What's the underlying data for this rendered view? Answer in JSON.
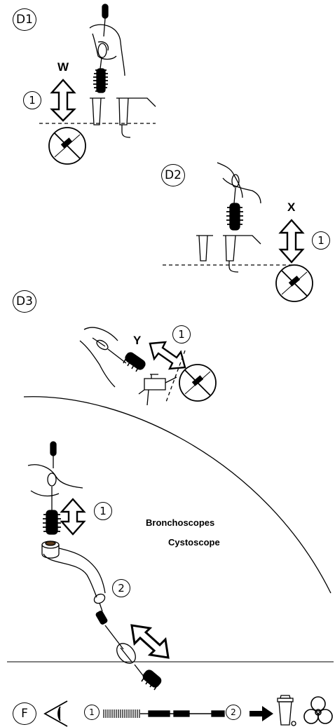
{
  "steps": {
    "d1": {
      "label": "D1",
      "arrow_letter": "W",
      "count": "1"
    },
    "d2": {
      "label": "D2",
      "arrow_letter": "X",
      "count": "1"
    },
    "d3": {
      "label": "D3",
      "arrow_letter": "Y",
      "count": "1"
    },
    "e": {
      "count_1": "1",
      "count_2": "2"
    },
    "f": {
      "label": "F",
      "count_1": "1",
      "count_2": "2"
    }
  },
  "captions": {
    "line_1": "Bronchoscopes",
    "line_2": "Cystoscope"
  },
  "icons": [
    "eye-icon",
    "brush-icon",
    "arrow-right-icon",
    "waste-bin-icon",
    "biohazard-icon",
    "no-brush-prohibition-icon"
  ]
}
